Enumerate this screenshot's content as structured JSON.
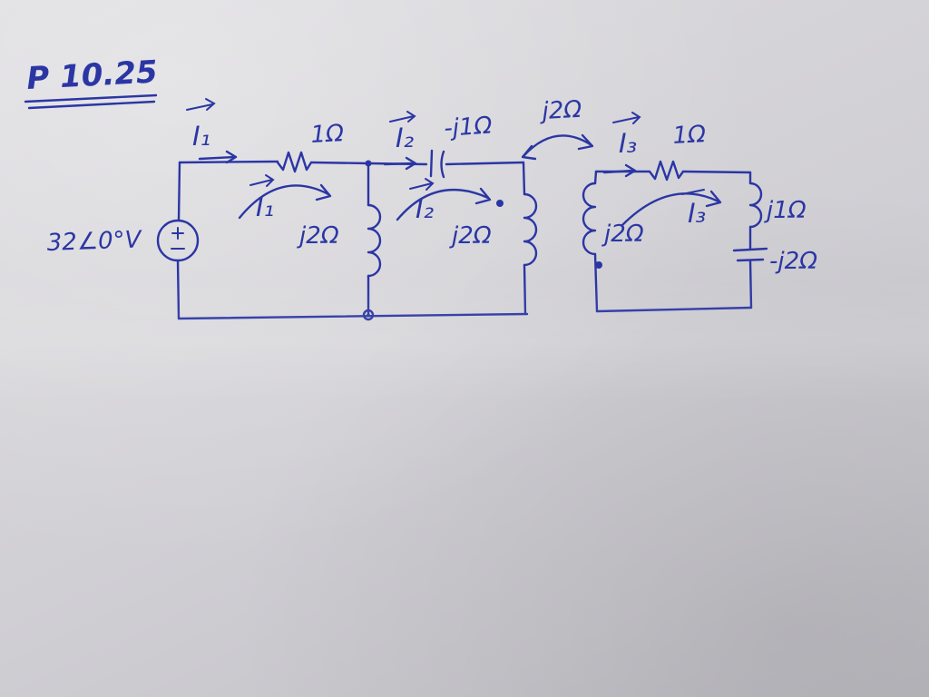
{
  "title": "P 10.25",
  "ink_color": "#2b36a4",
  "paper_color": "#d0cfd4",
  "source": {
    "label": "32∠0°V"
  },
  "currents": {
    "branch": {
      "i1": "I₁",
      "i2": "I₂",
      "i3": "I₃"
    },
    "mesh": {
      "i1": "I₁",
      "i2": "I₂",
      "i3": "I₃"
    }
  },
  "components": {
    "resistor_mesh1": "1Ω",
    "capacitor_top": "-j1Ω",
    "mutual_inductance": "j2Ω",
    "resistor_mesh3": "1Ω",
    "inductor_mesh1": "j2Ω",
    "inductor_mesh2": "j2Ω",
    "inductor_mesh3_left": "j2Ω",
    "inductor_mesh3_right": "j1Ω",
    "capacitor_right": "-j2Ω"
  }
}
